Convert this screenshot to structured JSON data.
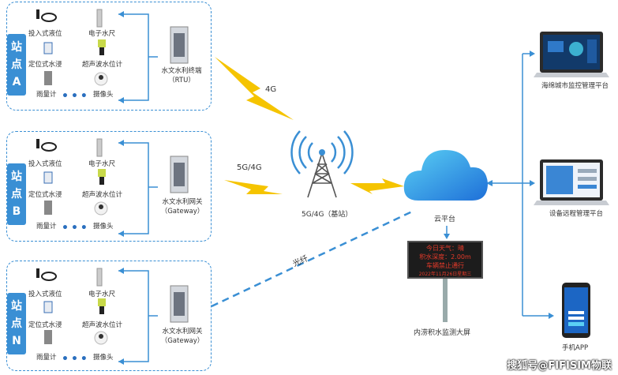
{
  "stations": [
    {
      "id": "a",
      "label": [
        "站",
        "点",
        "A"
      ],
      "devices": [
        "投入式液位",
        "电子水尺",
        "定位式水浸",
        "超声波水位计",
        "雨量计",
        "摄像头"
      ],
      "gateway": [
        "水文水利终端",
        "（RTU）"
      ]
    },
    {
      "id": "b",
      "label": [
        "站",
        "点",
        "B"
      ],
      "devices": [
        "投入式液位",
        "电子水尺",
        "定位式水浸",
        "超声波水位计",
        "雨量计",
        "摄像头"
      ],
      "gateway": [
        "水文水利网关",
        "（Gateway）"
      ]
    },
    {
      "id": "n",
      "label": [
        "站",
        "点",
        "N"
      ],
      "devices": [
        "投入式液位",
        "电子水尺",
        "定位式水浸",
        "超声波水位计",
        "雨量计",
        "摄像头"
      ],
      "gateway": [
        "水文水利网关",
        "（Gateway）"
      ]
    }
  ],
  "links": {
    "a": "4G",
    "b": "5G/4G",
    "n": "光纤"
  },
  "tower_label": "5G/4G（基站）",
  "cloud_label": "云平台",
  "sign": {
    "lines": [
      "今日天气：晴",
      "积水深度：2.00m",
      "车辆禁止通行",
      "2022年11月26日星期三"
    ],
    "label": "内涝积水监测大屏"
  },
  "platforms": [
    "海绵城市监控管理平台",
    "设备远程管理平台",
    "手机APP"
  ],
  "watermark": "搜狐号@FIFISIM物联",
  "colors": {
    "accent": "#3a8fd4",
    "bolt": "#f5c400"
  }
}
